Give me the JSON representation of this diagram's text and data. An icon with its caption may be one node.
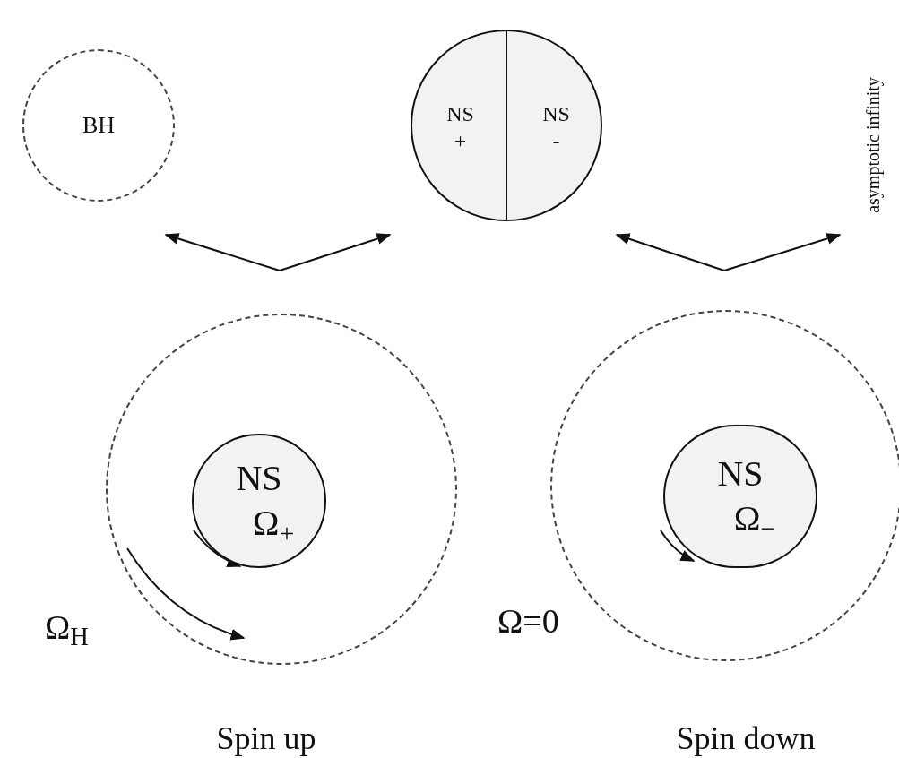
{
  "diagram": {
    "nodes": [
      {
        "text": [
          "BH"
        ]
      },
      {
        "text": [],
        "shape": "circle"
      },
      {
        "text": [
          "NS",
          "+"
        ],
        "in": 1
      },
      {
        "text": [
          "NS",
          "-"
        ],
        "in": 1
      },
      {
        "text": [],
        "shape": "circle",
        "beside": [
          "Spin up"
        ]
      },
      {
        "text": [
          "NS",
          "Ω$_{+}$"
        ],
        "in": 4
      },
      {
        "text": [],
        "shape": "circle",
        "beside": [
          "Spin down"
        ]
      },
      {
        "text": [
          "NS",
          "Ω$_{−}$"
        ],
        "in": 6
      },
      {
        "text": [
          "asymptotic infinity"
        ]
      }
    ],
    "edges": [
      {
        "from": null,
        "to": 0,
        "arrow": "to"
      },
      {
        "from": null,
        "to": 1,
        "arrow": "to"
      },
      {
        "from": null,
        "to": 1,
        "arrow": "to"
      },
      {
        "from": null,
        "to": 8,
        "arrow": "to"
      }
    ],
    "labels": [
      "Ω$_{H}$",
      "Ω=0"
    ]
  }
}
